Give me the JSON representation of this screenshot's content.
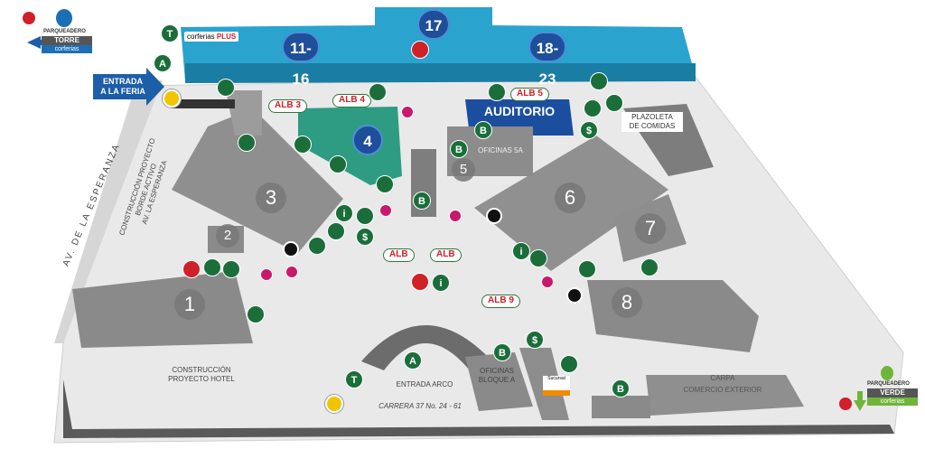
{
  "buildings": {
    "b1": "1",
    "b2": "2",
    "b3": "3",
    "b4": "4",
    "b5": "5",
    "b6": "6",
    "b7": "7",
    "b8": "8",
    "b11": "11-16",
    "b17": "17",
    "b18": "18-23"
  },
  "auditorio": "AUDITORIO",
  "albs": {
    "alb3": "ALB 3",
    "alb4": "ALB 4",
    "alb5": "ALB 5",
    "albl": "ALB",
    "albr": "ALB",
    "alb9": "ALB 9"
  },
  "labels": {
    "entrada_feria_1": "ENTRADA",
    "entrada_feria_2": "A LA FERIA",
    "av_esperanza": "AV. DE LA ESPERANZA",
    "borde_1": "CONSTRUCCIÓN PROYECTO",
    "borde_2": "BORDE ACTIVO",
    "borde_3": "AV. LA ESPERANZA",
    "hotel_1": "CONSTRUCCIÓN",
    "hotel_2": "PROYECTO HOTEL",
    "entrada_arco": "ENTRADA ARCO",
    "carrera": "CARRERA 37 No. 24 - 61",
    "oficinas_5a": "OFICINAS 5A",
    "oficinas_a_1": "OFICINAS",
    "oficinas_a_2": "BLOQUE A",
    "plazoleta_1": "PLAZOLETA",
    "plazoleta_2": "DE COMIDAS",
    "carpa_1": "CARPA",
    "carpa_2": "COMERCIO EXTERIOR",
    "sucursal": "Sucursal"
  },
  "parking_torre": {
    "title": "PARQUEADERO",
    "name": "TORRE",
    "brand": "corferias"
  },
  "parking_verde": {
    "title": "PARQUEADERO",
    "name": "VERDE",
    "brand": "corferias"
  },
  "corferias_plus": {
    "brand": "corferias",
    "plus": "PLUS"
  },
  "icons": {
    "t": "T",
    "a": "A",
    "b": "B",
    "dollar": "$",
    "info": "i"
  }
}
